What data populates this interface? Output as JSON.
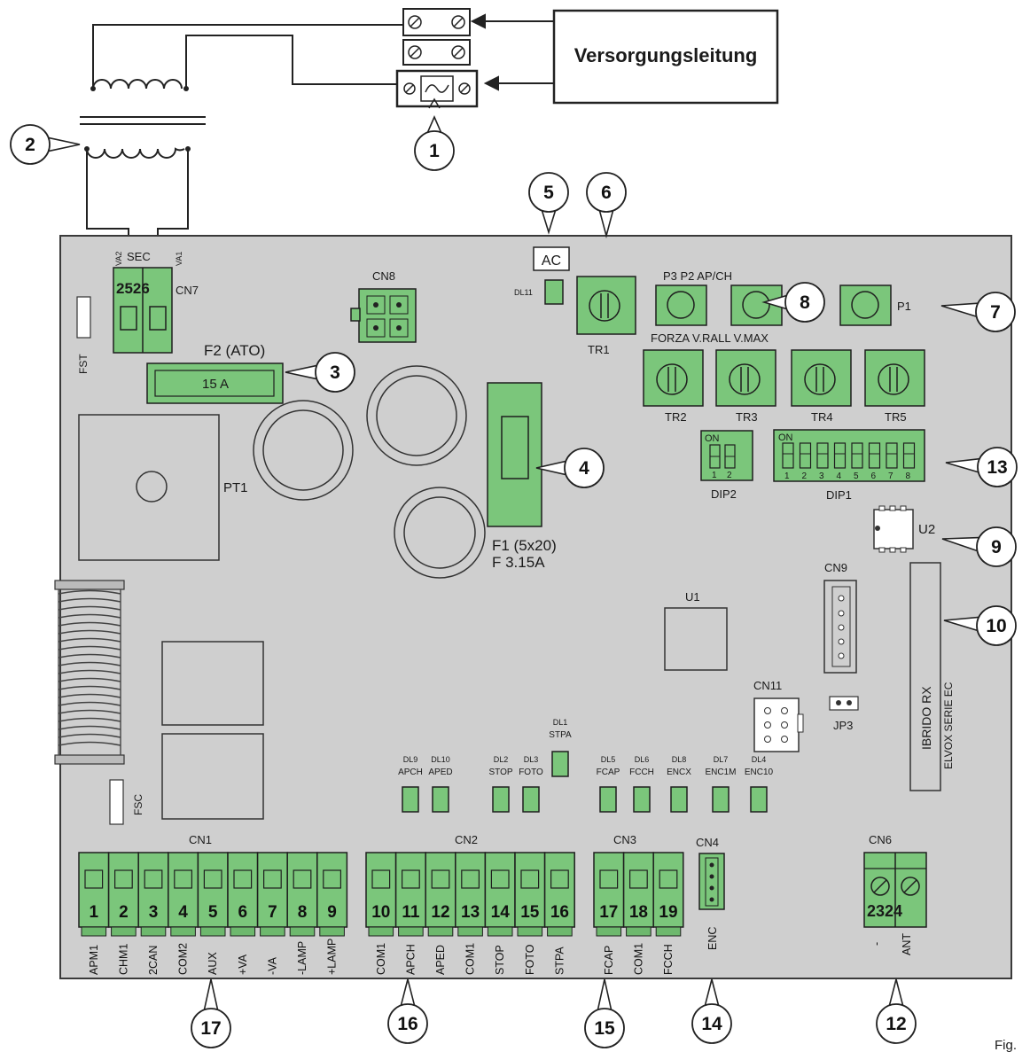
{
  "supply_label": "Versorgungsleitung",
  "fig_label": "Fig.",
  "board": {
    "transformer_sec": "SEC",
    "va2": "VA2",
    "va1": "VA1",
    "cn7_pins": "2526",
    "cn7": "CN7",
    "fst": "FST",
    "fsc": "FSC",
    "cn8": "CN8",
    "f2_title": "F2 (ATO)",
    "f2_value": "15 A",
    "pt1": "PT1",
    "f1_line1": "F1 (5x20)",
    "f1_line2": "F 3.15A",
    "ac": "AC",
    "dl11": "DL11",
    "tr1": "TR1",
    "buttons_label": "P3 P2 AP/CH",
    "p1": "P1",
    "trimmers_label": "FORZA V.RALL V.MAX",
    "tr2": "TR2",
    "tr3": "TR3",
    "tr4": "TR4",
    "tr5": "TR5",
    "dip_on": "ON",
    "dip2": "DIP2",
    "dip1": "DIP1",
    "dip2_nums": [
      "1",
      "2"
    ],
    "dip1_nums": [
      "1",
      "2",
      "3",
      "4",
      "5",
      "6",
      "7",
      "8"
    ],
    "u2": "U2",
    "u1": "U1",
    "cn9": "CN9",
    "cn11": "CN11",
    "jp3": "JP3",
    "ibrido": "IBRIDO RX",
    "elvox": "ELVOX SERIE EC",
    "cn1": "CN1",
    "cn2": "CN2",
    "cn3": "CN3",
    "cn4": "CN4",
    "cn6": "CN6",
    "cn6_pins": "2324",
    "cn6_minus": "-",
    "cn6_ant": "ANT",
    "enc": "ENC"
  },
  "leds": [
    {
      "id": "DL9",
      "name": "APCH"
    },
    {
      "id": "DL10",
      "name": "APED"
    },
    {
      "id": "DL2",
      "name": "STOP"
    },
    {
      "id": "DL3",
      "name": "FOTO"
    },
    {
      "id": "DL1",
      "name": "STPA"
    },
    {
      "id": "DL5",
      "name": "FCAP"
    },
    {
      "id": "DL6",
      "name": "FCCH"
    },
    {
      "id": "DL8",
      "name": "ENCX"
    },
    {
      "id": "DL7",
      "name": "ENC1M"
    },
    {
      "id": "DL4",
      "name": "ENC10"
    }
  ],
  "terminals": [
    {
      "num": "1",
      "label": "APM1"
    },
    {
      "num": "2",
      "label": "CHM1"
    },
    {
      "num": "3",
      "label": "2CAN"
    },
    {
      "num": "4",
      "label": "COM2"
    },
    {
      "num": "5",
      "label": "AUX"
    },
    {
      "num": "6",
      "label": "+VA"
    },
    {
      "num": "7",
      "label": "-VA"
    },
    {
      "num": "8",
      "label": "-LAMP"
    },
    {
      "num": "9",
      "label": "+LAMP"
    },
    {
      "num": "10",
      "label": "COM1"
    },
    {
      "num": "11",
      "label": "APCH"
    },
    {
      "num": "12",
      "label": "APED"
    },
    {
      "num": "13",
      "label": "COM1"
    },
    {
      "num": "14",
      "label": "STOP"
    },
    {
      "num": "15",
      "label": "FOTO"
    },
    {
      "num": "16",
      "label": "STPA"
    },
    {
      "num": "17",
      "label": "FCAP"
    },
    {
      "num": "18",
      "label": "COM1"
    },
    {
      "num": "19",
      "label": "FCCH"
    }
  ],
  "callouts": [
    "1",
    "2",
    "3",
    "4",
    "5",
    "6",
    "7",
    "8",
    "9",
    "10",
    "12",
    "13",
    "14",
    "15",
    "16",
    "17"
  ]
}
